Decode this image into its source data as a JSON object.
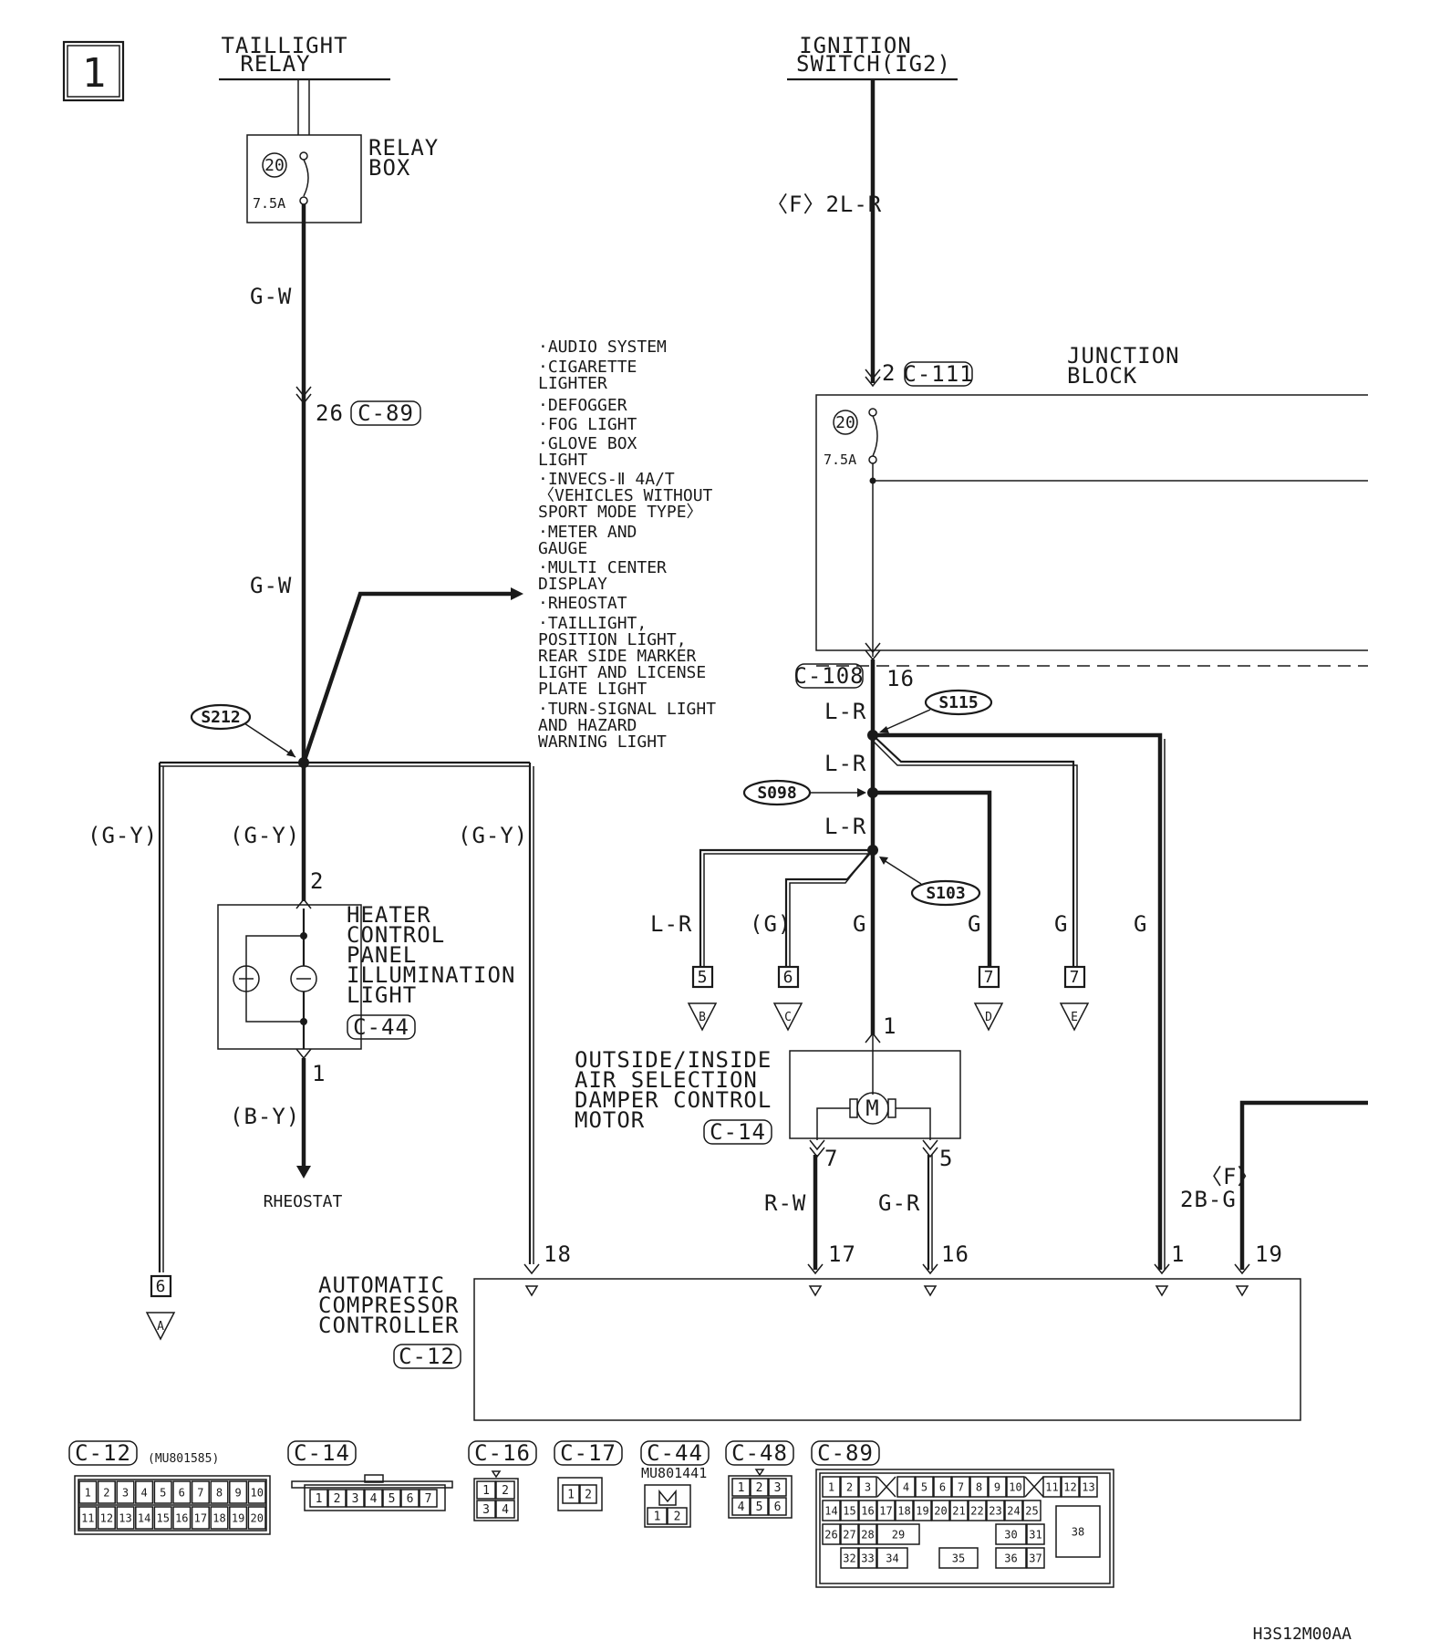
{
  "page_label": "1",
  "drawing_code": "H3S12M00AA",
  "sources": {
    "taillight_relay": [
      "TAILLIGHT",
      "RELAY"
    ],
    "ignition_switch": [
      "IGNITION",
      "SWITCH(IG2)"
    ]
  },
  "relay_box": {
    "title": [
      "RELAY",
      "BOX"
    ],
    "fuse_no": "20",
    "fuse_rating": "7.5A"
  },
  "junction_block": {
    "title": [
      "JUNCTION",
      "BLOCK"
    ],
    "fuse_no": "20",
    "fuse_rating": "7.5A"
  },
  "wire_labels": {
    "gw_upper": "G-W",
    "gw_lower": "G-W",
    "f_2lr": "〈F〉2L-R",
    "gy_left": "(G-Y)",
    "gy_mid": "(G-Y)",
    "gy_right": "(G-Y)",
    "by": "(B-Y)",
    "lr_1": "L-R",
    "lr_2": "L-R",
    "lr_3": "L-R",
    "lr_branch": "L-R",
    "g_paren": "(G)",
    "g_main": "G",
    "g_d": "G",
    "g_e": "G",
    "g_far": "G",
    "rw": "R-W",
    "gr": "G-R",
    "f_tag": "〈F〉",
    "bg": "2B-G"
  },
  "pins": {
    "c89_pin": "26",
    "c111_pin": "2",
    "c108_pin": "16",
    "hc_top": "2",
    "hc_bot": "1",
    "m_top": "1",
    "m_left": "7",
    "m_right": "5",
    "acc_18": "18",
    "acc_17": "17",
    "acc_16": "16",
    "acc_1": "1",
    "acc_19": "19"
  },
  "connector_refs": {
    "c89": "C-89",
    "c111": "C-111",
    "c108": "C-108",
    "c44": "C-44",
    "c14": "C-14",
    "c12": "C-12"
  },
  "splices": {
    "s212": "S212",
    "s115": "S115",
    "s098": "S098",
    "s103": "S103"
  },
  "other_circuits": [
    "·AUDIO SYSTEM",
    "·CIGARETTE",
    " LIGHTER",
    "·DEFOGGER",
    "·FOG LIGHT",
    "·GLOVE BOX",
    " LIGHT",
    "·INVECS-Ⅱ 4A/T",
    " 〈VEHICLES WITHOUT",
    "  SPORT MODE TYPE〉",
    "·METER AND",
    " GAUGE",
    "·MULTI CENTER",
    " DISPLAY",
    "·RHEOSTAT",
    "·TAILLIGHT,",
    " POSITION LIGHT,",
    " REAR SIDE MARKER",
    " LIGHT AND LICENSE",
    " PLATE LIGHT",
    "·TURN-SIGNAL LIGHT",
    " AND HAZARD",
    " WARNING LIGHT"
  ],
  "components": {
    "heater_panel": [
      "HEATER",
      "CONTROL",
      "PANEL",
      "ILLUMINATION",
      "LIGHT"
    ],
    "damper_motor": [
      "OUTSIDE/INSIDE",
      "AIR SELECTION",
      "DAMPER CONTROL",
      "MOTOR"
    ],
    "compressor": [
      "AUTOMATIC",
      "COMPRESSOR",
      "CONTROLLER"
    ],
    "motor_symbol": "M",
    "rheostat": "RHEOSTAT"
  },
  "offpage": [
    {
      "pin": "6",
      "letter": "A"
    },
    {
      "pin": "5",
      "letter": "B"
    },
    {
      "pin": "6",
      "letter": "C"
    },
    {
      "pin": "7",
      "letter": "D"
    },
    {
      "pin": "7",
      "letter": "E"
    }
  ],
  "legend": {
    "c12": {
      "label": "C-12",
      "part": "(MU801585)",
      "row1": [
        "1",
        "2",
        "3",
        "4",
        "5",
        "6",
        "7",
        "8",
        "9",
        "10"
      ],
      "row2": [
        "11",
        "12",
        "13",
        "14",
        "15",
        "16",
        "17",
        "18",
        "19",
        "20"
      ]
    },
    "c14": {
      "label": "C-14",
      "pins": [
        "1",
        "2",
        "3",
        "4",
        "5",
        "6",
        "7"
      ]
    },
    "c16": {
      "label": "C-16",
      "pins": [
        "1",
        "2",
        "3",
        "4"
      ]
    },
    "c17": {
      "label": "C-17",
      "pins": [
        "1",
        "2"
      ]
    },
    "c44": {
      "label": "C-44",
      "part": "MU801441",
      "pins": [
        "1",
        "2"
      ]
    },
    "c48": {
      "label": "C-48",
      "pins": [
        "1",
        "2",
        "3",
        "4",
        "5",
        "6"
      ]
    },
    "c89": {
      "label": "C-89",
      "row1": [
        "1",
        "2",
        "3",
        "4",
        "5",
        "6",
        "7",
        "8",
        "9",
        "10",
        "11",
        "12",
        "13"
      ],
      "row2": [
        "14",
        "15",
        "16",
        "17",
        "18",
        "19",
        "20",
        "21",
        "22",
        "23",
        "24",
        "25"
      ],
      "row3": [
        "26",
        "27",
        "28",
        "29",
        "30",
        "31",
        "38"
      ],
      "row4": [
        "32",
        "33",
        "34",
        "35",
        "36",
        "37"
      ]
    }
  }
}
